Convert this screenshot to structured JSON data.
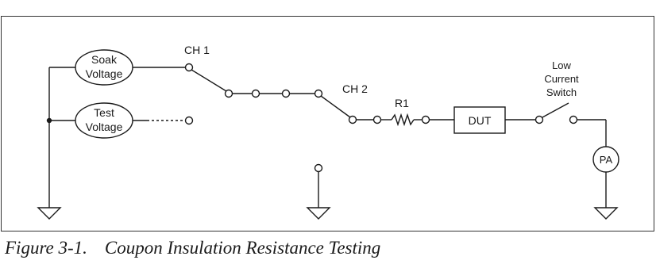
{
  "diagram": {
    "blocks": {
      "soak": [
        "Soak",
        "Voltage"
      ],
      "test": [
        "Test",
        "Voltage"
      ],
      "dut": "DUT",
      "pa": "PA"
    },
    "labels": {
      "ch1": "CH 1",
      "ch2": "CH 2",
      "r1": "R1",
      "switch": [
        "Low",
        "Current",
        "Switch"
      ]
    }
  },
  "caption": {
    "number": "Figure 3-1.",
    "title": "Coupon Insulation Resistance Testing"
  }
}
